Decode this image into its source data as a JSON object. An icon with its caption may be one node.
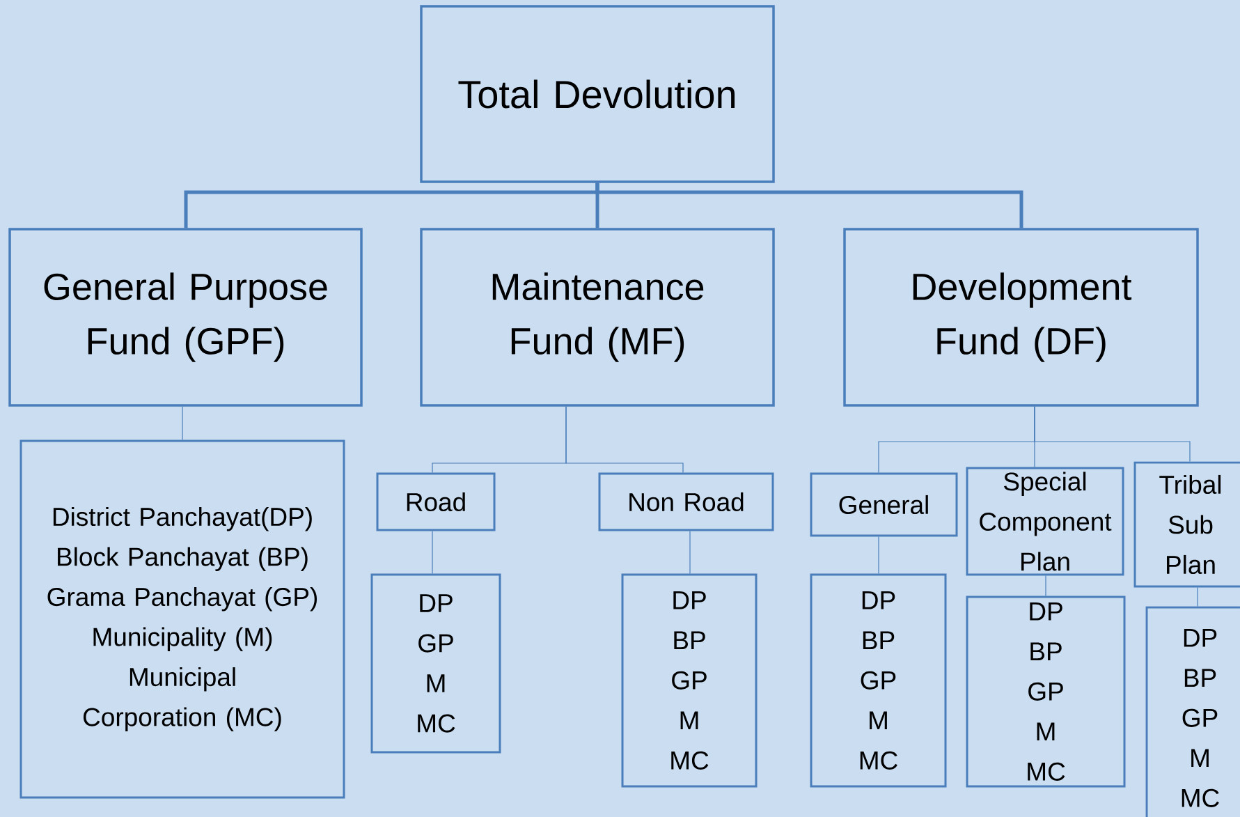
{
  "diagram": {
    "nodes": [
      {
        "text": [
          "Total Devolution"
        ]
      },
      {
        "text": [
          "General Purpose Fund (GPF)"
        ]
      },
      {
        "text": [
          "Maintenance Fund (MF)"
        ]
      },
      {
        "text": [
          "Development Fund (DF)"
        ]
      },
      {
        "text": [
          "District Panchayat(DP)",
          "Block Panchayat (BP)",
          "Grama Panchayat (GP)",
          "Municipality (M)",
          "Municipal Corporation (MC)"
        ]
      },
      {
        "text": [
          "Road"
        ]
      },
      {
        "text": [
          "Non Road"
        ]
      },
      {
        "text": [
          "DP",
          "GP",
          "M",
          "MC"
        ]
      },
      {
        "text": [
          "DP",
          "BP",
          "GP",
          "M",
          "MC"
        ]
      },
      {
        "text": [
          "General"
        ]
      },
      {
        "text": [
          "Special Component Plan"
        ]
      },
      {
        "text": [
          "Tribal Sub Plan"
        ]
      },
      {
        "text": [
          "DP",
          "BP",
          "GP",
          "M",
          "MC"
        ]
      },
      {
        "text": [
          "DP",
          "BP",
          "GP",
          "M",
          "MC"
        ]
      },
      {
        "text": [
          "DP",
          "BP",
          "GP",
          "M",
          "MC"
        ]
      }
    ],
    "edges": [
      {
        "from": 0,
        "to": 1,
        "arrow": "none",
        "style": "thick"
      },
      {
        "from": 0,
        "to": 2,
        "arrow": "none",
        "style": "thick"
      },
      {
        "from": 0,
        "to": 3,
        "arrow": "none",
        "style": "thick"
      },
      {
        "from": 1,
        "to": 4,
        "arrow": "none"
      },
      {
        "from": 2,
        "to": 5,
        "arrow": "none"
      },
      {
        "from": 2,
        "to": 6,
        "arrow": "none"
      },
      {
        "from": 5,
        "to": 7,
        "arrow": "none"
      },
      {
        "from": 6,
        "to": 8,
        "arrow": "none"
      },
      {
        "from": 3,
        "to": 9,
        "arrow": "none"
      },
      {
        "from": 3,
        "to": 10,
        "arrow": "none"
      },
      {
        "from": 3,
        "to": 11,
        "arrow": "none"
      },
      {
        "from": 9,
        "to": 12,
        "arrow": "none"
      },
      {
        "from": 10,
        "to": 13,
        "arrow": "none"
      },
      {
        "from": 11,
        "to": 14,
        "arrow": "none"
      }
    ]
  }
}
